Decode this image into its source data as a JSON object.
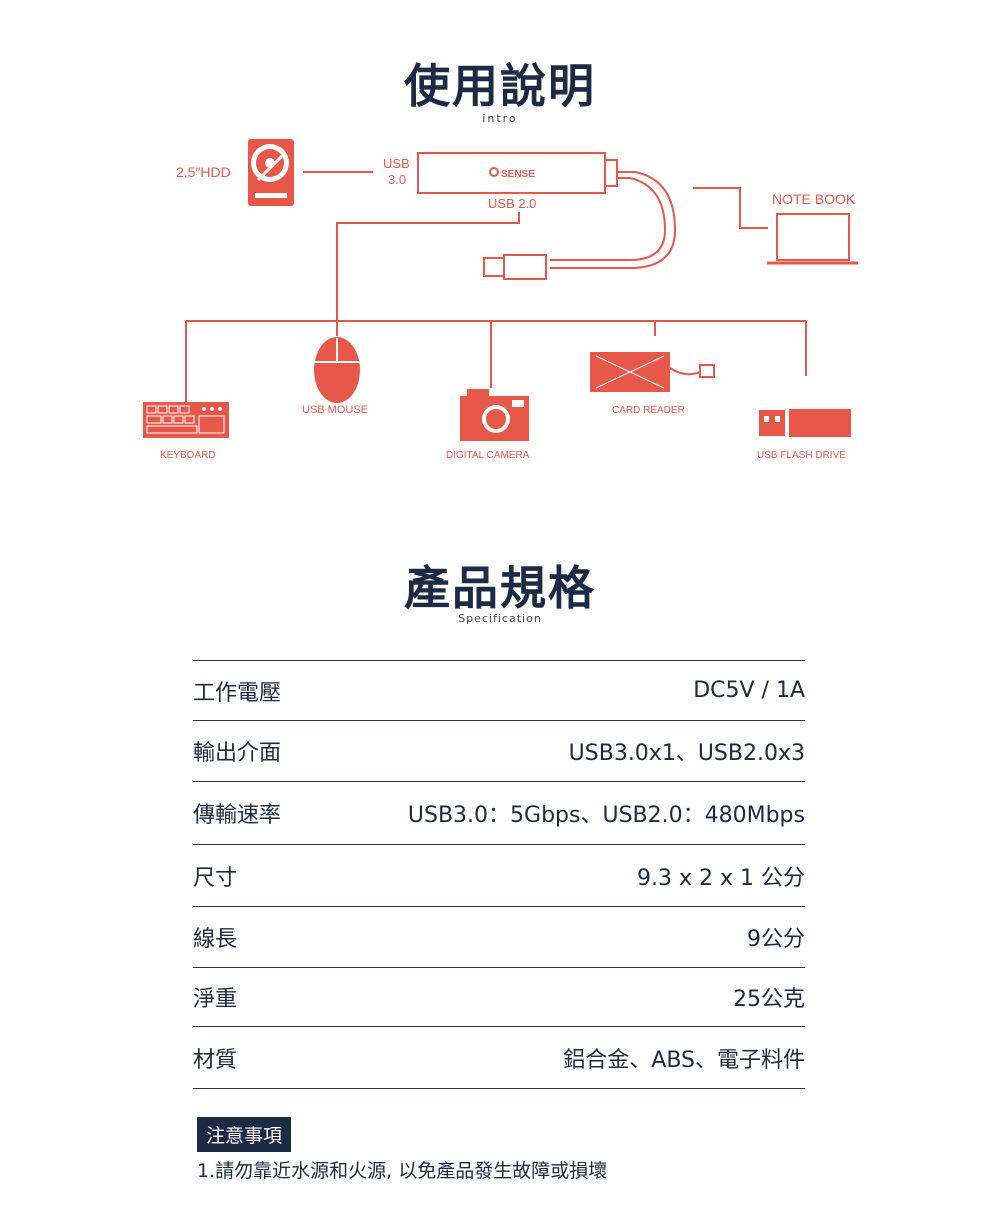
{
  "intro": {
    "title": "使用說明",
    "subtitle": "intro"
  },
  "diagram": {
    "hdd_label": "2.5″HDD",
    "usb30_label_line1": "USB",
    "usb30_label_line2": "3.0",
    "hub_brand": "SENSE",
    "usb20_label": "USB 2.0",
    "notebook_label": "NOTE BOOK",
    "mouse_label": "USB MOUSE",
    "card_reader_label": "CARD READER",
    "keyboard_label": "KEYBOARD",
    "camera_label": "DIGITAL CAMERA",
    "flash_drive_label": "USB FLASH DRIVE",
    "accent_color": "#e8584a"
  },
  "spec": {
    "title": "產品規格",
    "subtitle": "Specification",
    "rows": [
      {
        "label": "工作電壓",
        "value": "DC5V / 1A"
      },
      {
        "label": "輸出介面",
        "value": "USB3.0x1、USB2.0x3"
      },
      {
        "label": "傳輸速率",
        "value": "USB3.0：5Gbps、USB2.0：480Mbps"
      },
      {
        "label": "尺寸",
        "value": "9.3 x 2 x 1 公分"
      },
      {
        "label": "線長",
        "value": "9公分"
      },
      {
        "label": "淨重",
        "value": "25公克"
      },
      {
        "label": "材質",
        "value": "鋁合金、ABS、電子料件"
      }
    ]
  },
  "notice": {
    "heading": "注意事項",
    "items": [
      "1.請勿靠近水源和火源, 以免產品發生故障或損壞"
    ]
  },
  "colors": {
    "navy": "#1d2a44",
    "accent": "#e8584a"
  }
}
